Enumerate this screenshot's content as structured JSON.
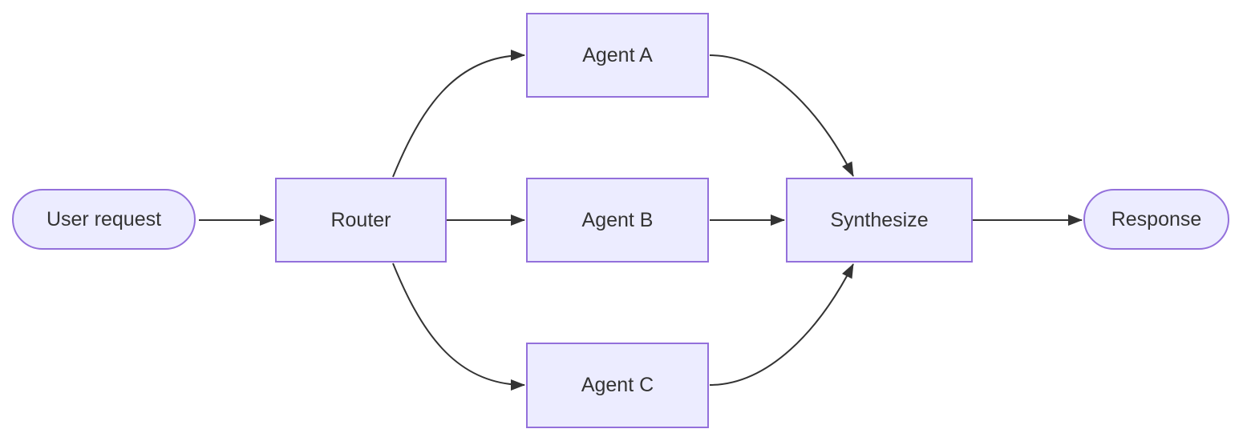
{
  "diagram": {
    "type": "flowchart",
    "direction": "left-to-right",
    "nodes": [
      {
        "id": "user_request",
        "label": "User request",
        "shape": "stadium"
      },
      {
        "id": "router",
        "label": "Router",
        "shape": "rect"
      },
      {
        "id": "agent_a",
        "label": "Agent A",
        "shape": "rect"
      },
      {
        "id": "agent_b",
        "label": "Agent B",
        "shape": "rect"
      },
      {
        "id": "agent_c",
        "label": "Agent C",
        "shape": "rect"
      },
      {
        "id": "synthesize",
        "label": "Synthesize",
        "shape": "rect"
      },
      {
        "id": "response",
        "label": "Response",
        "shape": "stadium"
      }
    ],
    "edges": [
      {
        "from": "user_request",
        "to": "router"
      },
      {
        "from": "router",
        "to": "agent_a"
      },
      {
        "from": "router",
        "to": "agent_b"
      },
      {
        "from": "router",
        "to": "agent_c"
      },
      {
        "from": "agent_a",
        "to": "synthesize"
      },
      {
        "from": "agent_b",
        "to": "synthesize"
      },
      {
        "from": "agent_c",
        "to": "synthesize"
      },
      {
        "from": "synthesize",
        "to": "response"
      }
    ],
    "colors": {
      "node_fill": "#ECECFF",
      "node_border": "#9370DB",
      "edge": "#333333",
      "text": "#333333",
      "background": "#FFFFFF"
    }
  }
}
